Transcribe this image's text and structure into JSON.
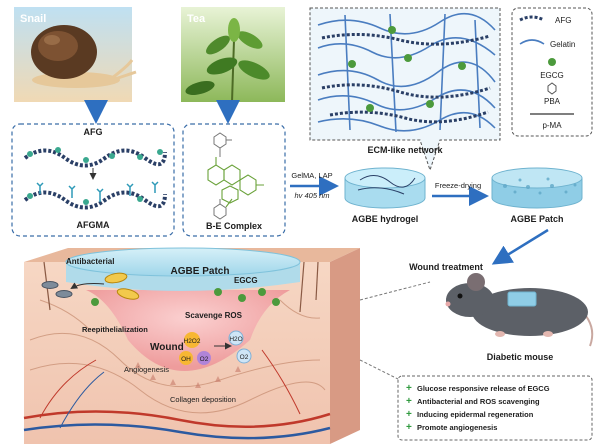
{
  "colors": {
    "arrow_blue": "#2e6fc0",
    "panel_dash": "#3a6da8",
    "afg_chain": "#2a3f66",
    "afg_bead": "#3aa88f",
    "gelatin_fiber": "#4a7dc0",
    "egcg_green": "#4c9a3c",
    "patch_blue": "#b9e3f1",
    "wound_red": "#f2a7a7",
    "benefit_check": "#2f9a3e"
  },
  "top": {
    "snail_label": "Snail",
    "tea_label": "Tea",
    "afg_label": "AFG",
    "afgma_label": "AFGMA",
    "be_label": "B-E Complex",
    "network_label": "ECM-like network",
    "legend": {
      "afg": "AFG",
      "gelatin": "Gelatin",
      "egcg": "EGCG",
      "pba": "PBA",
      "pma": "p-MA"
    },
    "arrow_upper": "GelMA, LAP",
    "arrow_lower": "hv 405 nm",
    "hydrogel_label": "AGBE hydrogel",
    "freeze_label": "Freeze-drying",
    "patch_label": "AGBE Patch"
  },
  "bottom": {
    "antibacterial": "Antibacterial",
    "patch_title": "AGBE Patch",
    "egcg": "EGCG",
    "scavenge": "Scavenge ROS",
    "reepith": "Reepithelialization",
    "wound": "Wound",
    "angio": "Angiogenesis",
    "collagen": "Collagen deposition",
    "species": {
      "h2o2": "H2O2",
      "oh": "OH",
      "o2m": "O2",
      "h2o": "H2O",
      "o2": "O2"
    },
    "wound_treatment": "Wound treatment",
    "mouse_label": "Diabetic mouse",
    "benefits": [
      "Glucose responsive release of EGCG",
      "Antibacterial and ROS scavenging",
      "Inducing epidermal regeneration",
      "Promote angiogenesis"
    ]
  }
}
